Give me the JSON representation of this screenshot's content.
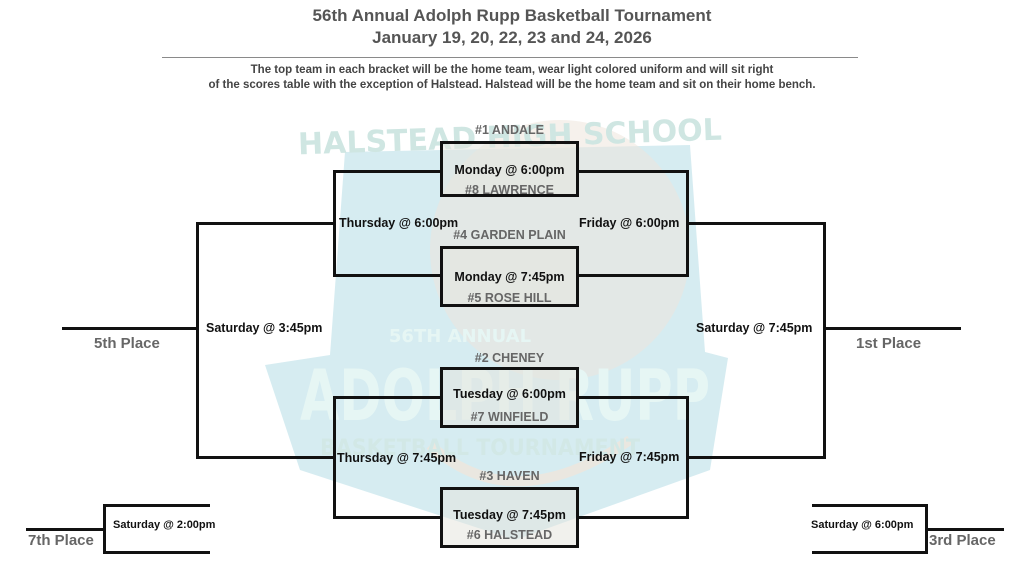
{
  "header": {
    "title": "56th Annual Adolph Rupp Basketball Tournament",
    "dates": "January 19, 20, 22, 23 and 24, 2026",
    "note_line1": "The top team in each bracket will be the home team, wear light colored uniform and will sit right",
    "note_line2": "of the scores table with the exception of Halstead. Halstead will be the home team and sit on their home bench."
  },
  "watermark": {
    "school": "HALSTEAD HIGH SCHOOL",
    "annual": "56TH ANNUAL",
    "name": "ADOLPH RUPP",
    "event": "BASKETBALL TOURNAMENT",
    "colors": {
      "shield": "#cfe9ee",
      "text": "#e6f6f4",
      "ball": "#efe6dc"
    }
  },
  "quarterfinals": [
    {
      "top_team": "#1 ANDALE",
      "time": "Monday @ 6:00pm",
      "bottom_team": "#8  LAWRENCE"
    },
    {
      "top_team": "#4 GARDEN PLAIN",
      "time": "Monday @ 7:45pm",
      "bottom_team": "#5  ROSE HILL"
    },
    {
      "top_team": "#2 CHENEY",
      "time": "Tuesday @ 6:00pm",
      "bottom_team": "#7 WINFIELD"
    },
    {
      "top_team": "#3 HAVEN",
      "time": "Tuesday @ 7:45pm",
      "bottom_team": "#6 HALSTEAD"
    }
  ],
  "consolation_semis": [
    {
      "time": "Thursday @ 6:00pm"
    },
    {
      "time": "Thursday  @ 7:45pm"
    }
  ],
  "winner_semis": [
    {
      "time": "Friday @ 6:00pm"
    },
    {
      "time": "Friday @ 7:45pm"
    }
  ],
  "finals": {
    "fifth": {
      "time": "Saturday @ 3:45pm",
      "label": "5th Place"
    },
    "first": {
      "time": "Saturday @ 7:45pm",
      "label": "1st Place"
    },
    "seventh": {
      "time": "Saturday @ 2:00pm",
      "label": "7th Place"
    },
    "third": {
      "time": "Saturday @ 6:00pm",
      "label": "3rd Place"
    }
  }
}
